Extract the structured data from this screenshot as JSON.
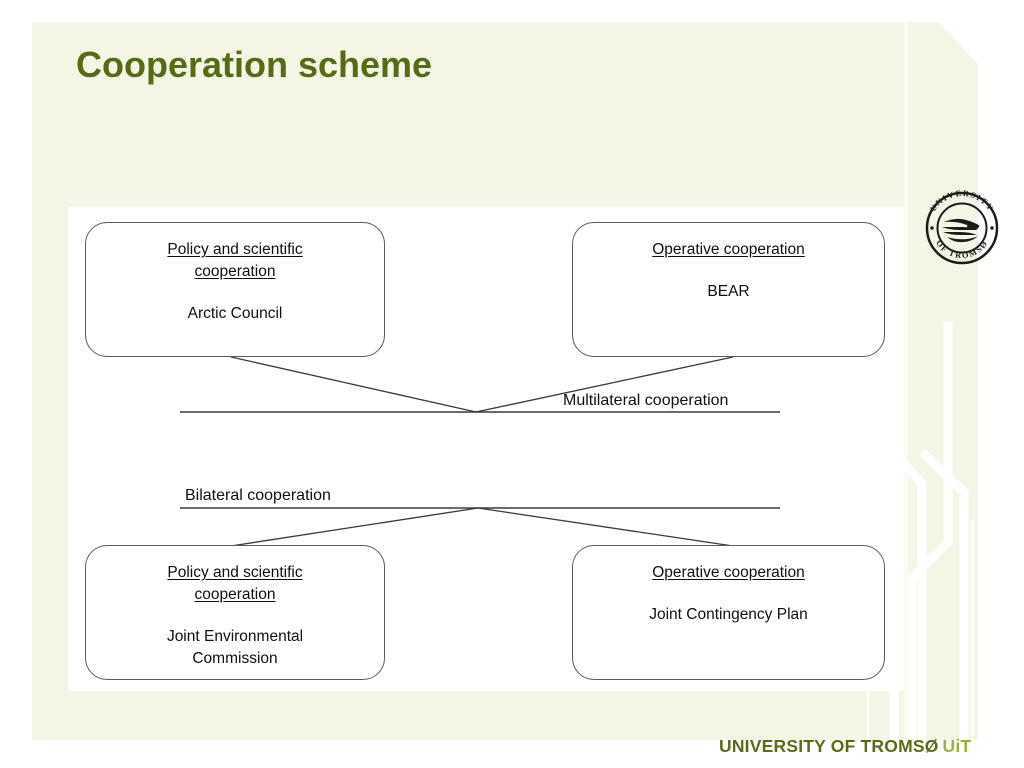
{
  "slide": {
    "title": "Cooperation scheme",
    "accent_color": "#556b16",
    "background_color": "#f4f5e4",
    "panel_color": "#ffffff"
  },
  "diagram": {
    "type": "flow-diagram",
    "nodes": [
      {
        "id": "top-left",
        "heading": "Policy and scientific\ncooperation",
        "body": "Arctic Council"
      },
      {
        "id": "top-right",
        "heading": "Operative cooperation",
        "body": "BEAR"
      },
      {
        "id": "bottom-left",
        "heading": "Policy and scientific\ncooperation",
        "body": "Joint Environmental\nCommission"
      },
      {
        "id": "bottom-right",
        "heading": "Operative cooperation",
        "body": "Joint Contingency Plan"
      }
    ],
    "axis_labels": {
      "multilateral": "Multilateral cooperation",
      "bilateral": "Bilateral cooperation"
    },
    "line_color": "#3a3a3a"
  },
  "branding": {
    "seal_alt": "university-of-tromso-seal",
    "seal_ring_top": "UNIVERSITY",
    "seal_ring_bottom": "OF TROMSØ",
    "footer_university": "UNIVERSITY OF TROMSØ",
    "footer_uit": "UiT",
    "footer_color_university": "#596d17",
    "footer_color_uit": "#9cb032"
  }
}
